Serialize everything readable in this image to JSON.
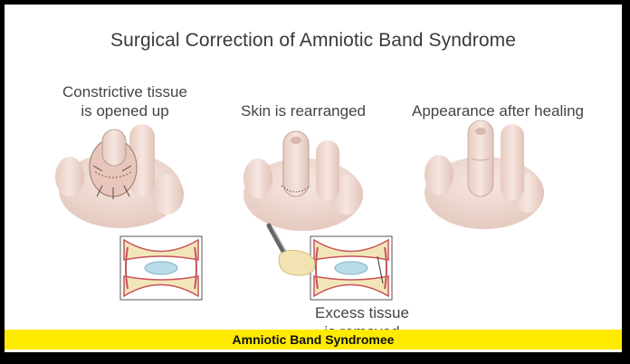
{
  "title": "Surgical Correction of Amniotic Band Syndrome",
  "steps": [
    {
      "label_line1": "Constrictive tissue",
      "label_line2": "is opened up"
    },
    {
      "label_line1": "Skin is rearranged"
    },
    {
      "label_line1": "Appearance after healing"
    }
  ],
  "detail_label_line1": "Excess tissue",
  "detail_label_line2": "is removed",
  "caption": "Amniotic Band Syndromee",
  "colors": {
    "skin": "#f0dcd4",
    "skin_shadow": "#d9bdb2",
    "caption_bg": "#ffeb00",
    "bone": "#f2e6b8",
    "cartilage": "#b9dce8",
    "tissue_red": "#c9545a"
  }
}
